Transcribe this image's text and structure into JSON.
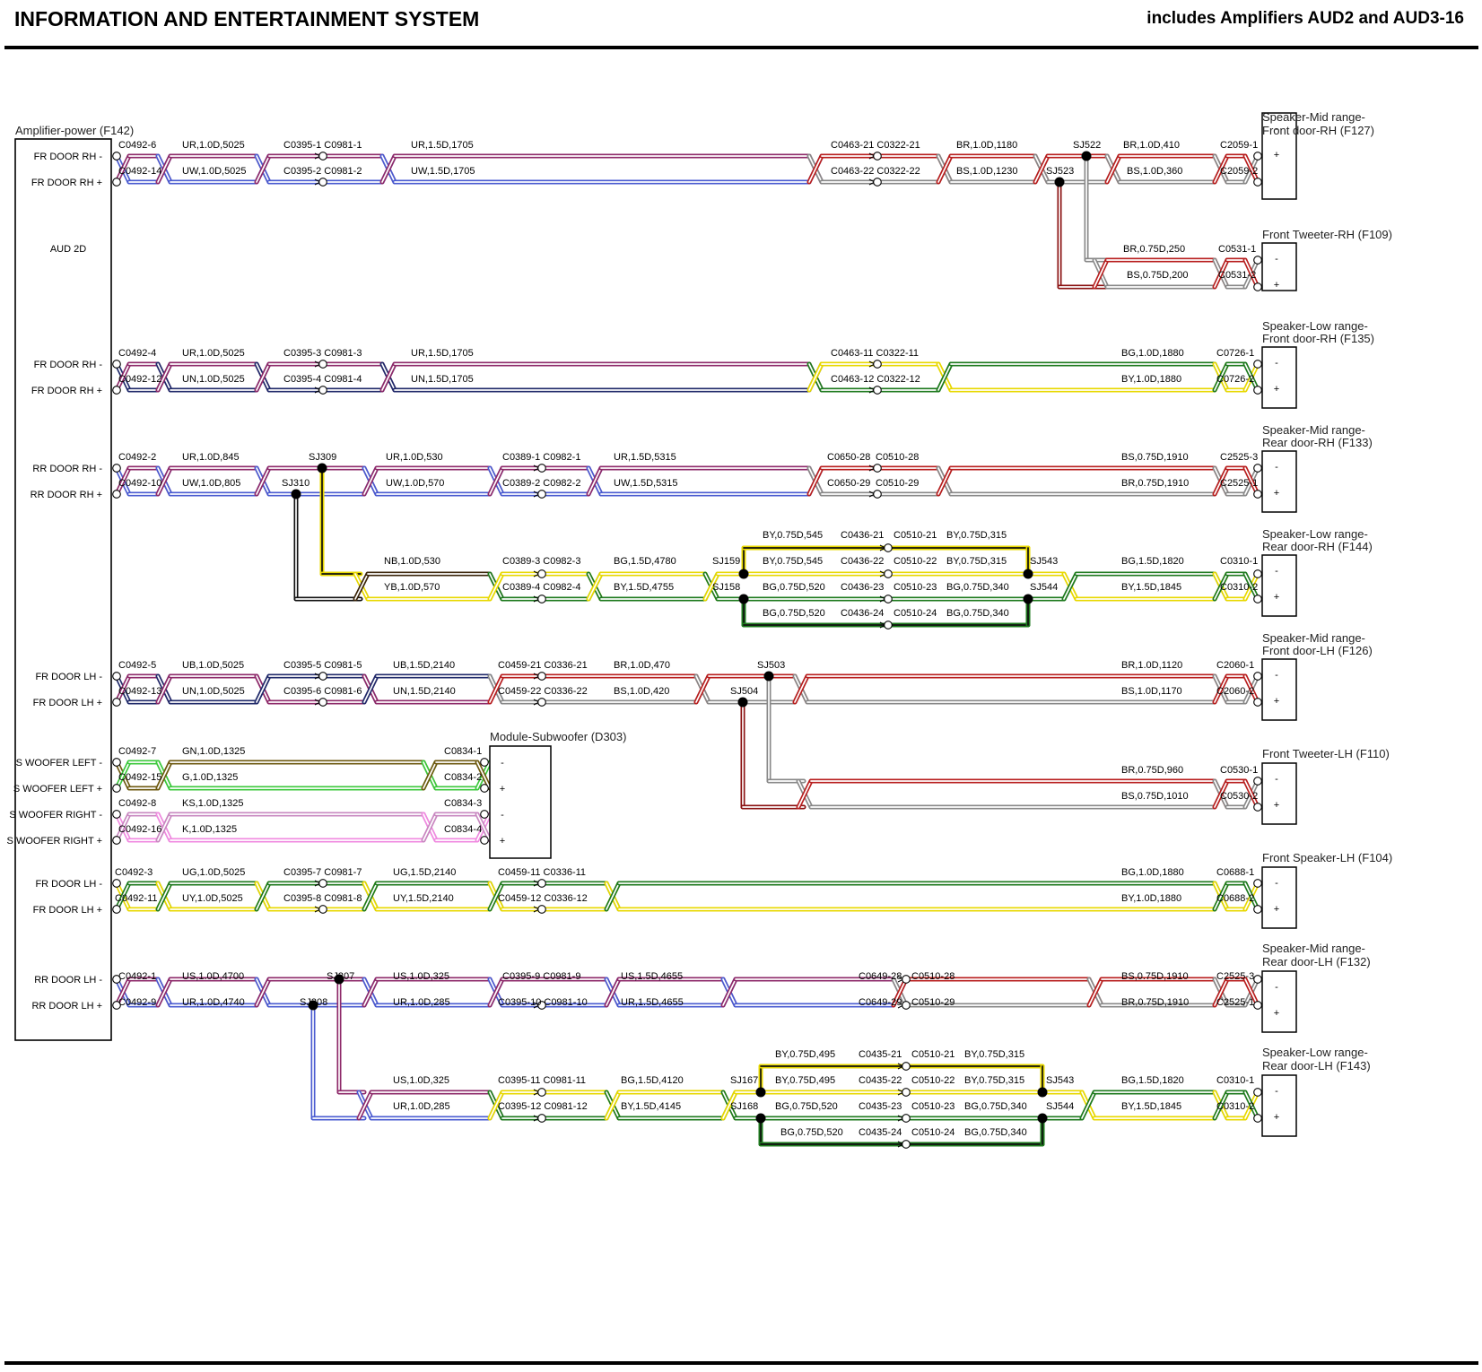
{
  "title": "INFORMATION AND ENTERTAINMENT SYSTEM",
  "subtitle": "includes Amplifiers AUD2 and AUD3-16",
  "colors": {
    "purple": "#8e2a6a",
    "red": "#b81e1e",
    "darkred": "#8a1010",
    "blue": "#4a5bd0",
    "navy": "#202a6a",
    "white_core": "#ffffff",
    "grey": "#888888",
    "yellow": "#e8d800",
    "green": "#1e7a1e",
    "lime": "#3cc83c",
    "olive": "#6e5a10",
    "pink": "#f08ae0",
    "mauve": "#c888c0",
    "brown": "#3a2408",
    "black": "#111111"
  },
  "amplifier": {
    "caption": "Amplifier-power (F142)",
    "center_label": "AUD 2D",
    "pins": [
      "FR DOOR RH -",
      "FR DOOR RH +",
      "FR DOOR RH -",
      "FR DOOR RH +",
      "RR DOOR RH -",
      "RR DOOR RH +",
      "FR DOOR LH -",
      "FR DOOR LH +",
      "S WOOFER LEFT -",
      "S WOOFER LEFT +",
      "S WOOFER RIGHT -",
      "S WOOFER RIGHT +",
      "FR DOOR LH -",
      "FR DOOR LH +",
      "RR DOOR LH -",
      "RR DOOR LH +"
    ]
  },
  "components": [
    {
      "name": "Speaker-Mid range-",
      "name2": "Front door-RH (F127)"
    },
    {
      "name": "Front Tweeter-RH (F109)",
      "name2": ""
    },
    {
      "name": "Speaker-Low range-",
      "name2": "Front door-RH (F135)"
    },
    {
      "name": "Speaker-Mid range-",
      "name2": "Rear door-RH (F133)"
    },
    {
      "name": "Speaker-Low range-",
      "name2": "Rear door-RH (F144)"
    },
    {
      "name": "Speaker-Mid range-",
      "name2": "Front door-LH (F126)"
    },
    {
      "name": "Front Tweeter-LH (F110)",
      "name2": ""
    },
    {
      "name": "Front Speaker-LH (F104)",
      "name2": ""
    },
    {
      "name": "Speaker-Mid range-",
      "name2": "Rear door-LH (F132)"
    },
    {
      "name": "Speaker-Low range-",
      "name2": "Rear door-LH (F143)"
    }
  ],
  "subwoofer": {
    "caption": "Module-Subwoofer (D303)",
    "pins": [
      "-",
      "+",
      "-",
      "+"
    ]
  },
  "labels": [
    "C0492-6",
    "C0492-14",
    "UR,1.0D,5025",
    "UW,1.0D,5025",
    "C0395-1 C0981-1",
    "C0395-2 C0981-2",
    "UR,1.5D,1705",
    "UW,1.5D,1705",
    "C0463-21 C0322-21",
    "C0463-22 C0322-22",
    "BR,1.0D,1180",
    "BS,1.0D,1230",
    "SJ522",
    "SJ523",
    "BR,1.0D,410",
    "BS,1.0D,360",
    "C2059-1",
    "C2059-2",
    "BR,0.75D,250",
    "BS,0.75D,200",
    "C0531-1",
    "C0531-2",
    "C0492-4",
    "C0492-12",
    "UR,1.0D,5025",
    "UN,1.0D,5025",
    "C0395-3 C0981-3",
    "C0395-4 C0981-4",
    "UR,1.5D,1705",
    "UN,1.5D,1705",
    "C0463-11 C0322-11",
    "C0463-12 C0322-12",
    "BG,1.0D,1880",
    "BY,1.0D,1880",
    "C0726-1",
    "C0726-2",
    "C0492-2",
    "C0492-10",
    "UR,1.0D,845",
    "UW,1.0D,805",
    "SJ309",
    "SJ310",
    "UR,1.0D,530",
    "UW,1.0D,570",
    "C0389-1 C0982-1",
    "C0389-2 C0982-2",
    "UR,1.5D,5315",
    "UW,1.5D,5315",
    "C0650-28",
    "C0510-28",
    "C0650-29",
    "C0510-29",
    "BS,0.75D,1910",
    "BR,0.75D,1910",
    "C2525-3",
    "C2525-1",
    "NB,1.0D,530",
    "YB,1.0D,570",
    "C0389-3 C0982-3",
    "C0389-4 C0982-4",
    "BG,1.5D,4780",
    "BY,1.5D,4755",
    "SJ159",
    "SJ158",
    "BY,0.75D,545",
    "C0436-21",
    "C0510-21",
    "BY,0.75D,315",
    "BY,0.75D,545",
    "C0436-22",
    "C0510-22",
    "BY,0.75D,315",
    "SJ543",
    "SJ544",
    "BG,0.75D,520",
    "C0436-23",
    "C0510-23",
    "BG,0.75D,340",
    "BG,0.75D,520",
    "C0436-24",
    "C0510-24",
    "BG,0.75D,340",
    "BG,1.5D,1820",
    "BY,1.5D,1845",
    "C0310-1",
    "C0310-2",
    "C0492-5",
    "C0492-13",
    "UB,1.0D,5025",
    "UN,1.0D,5025",
    "C0395-5 C0981-5",
    "C0395-6 C0981-6",
    "UB,1.5D,2140",
    "UN,1.5D,2140",
    "C0459-21 C0336-21",
    "C0459-22 C0336-22",
    "BR,1.0D,470",
    "BS,1.0D,420",
    "SJ503",
    "SJ504",
    "BR,1.0D,1120",
    "BS,1.0D,1170",
    "C2060-1",
    "C2060-2",
    "C0492-7",
    "C0492-15",
    "C0492-8",
    "C0492-16",
    "GN,1.0D,1325",
    "G,1.0D,1325",
    "KS,1.0D,1325",
    "K,1.0D,1325",
    "C0834-1",
    "C0834-2",
    "C0834-3",
    "C0834-4",
    "BR,0.75D,960",
    "BS,0.75D,1010",
    "C0530-1",
    "C0530-2",
    "C0492-3",
    "C0492-11",
    "UG,1.0D,5025",
    "UY,1.0D,5025",
    "C0395-7 C0981-7",
    "C0395-8 C0981-8",
    "UG,1.5D,2140",
    "UY,1.5D,2140",
    "C0459-11 C0336-11",
    "C0459-12 C0336-12",
    "BG,1.0D,1880",
    "BY,1.0D,1880",
    "C0688-1",
    "C0688-2",
    "C0492-1",
    "C0492-9",
    "US,1.0D,4700",
    "UR,1.0D,4740",
    "SJ307",
    "SJ308",
    "US,1.0D,325",
    "UR,1.0D,285",
    "C0395-9 C0981-9",
    "C0395-10 C0981-10",
    "US,1.5D,4655",
    "UR,1.5D,4655",
    "C0649-28",
    "C0510-28",
    "C0649-29",
    "C0510-29",
    "BS,0.75D,1910",
    "BR,0.75D,1910",
    "C2525-3",
    "C2525-1",
    "US,1.0D,325",
    "UR,1.0D,285",
    "C0395-11 C0981-11",
    "C0395-12 C0981-12",
    "BG,1.5D,4120",
    "BY,1.5D,4145",
    "SJ167",
    "SJ168",
    "BY,0.75D,495",
    "C0435-21",
    "C0510-21",
    "BY,0.75D,315",
    "BY,0.75D,495",
    "C0435-22",
    "C0510-22",
    "BY,0.75D,315",
    "SJ543",
    "SJ544",
    "BG,0.75D,520",
    "C0435-23",
    "C0510-23",
    "BG,0.75D,340",
    "BG,0.75D,520",
    "C0435-24",
    "C0510-24",
    "BG,0.75D,340",
    "BG,1.5D,1820",
    "BY,1.5D,1845",
    "C0310-1",
    "C0310-2"
  ]
}
